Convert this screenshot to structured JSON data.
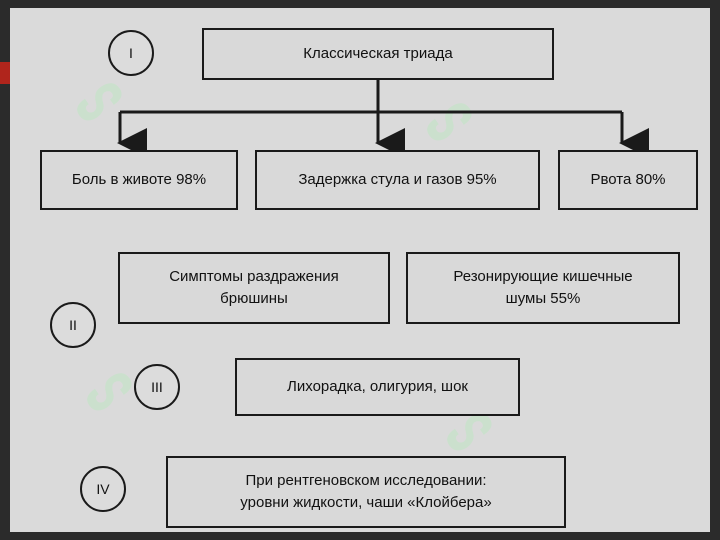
{
  "diagram": {
    "levels": [
      "I",
      "II",
      "III",
      "IV"
    ],
    "nodes": {
      "triad": "Классическая триада",
      "pain": "Боль в животе 98%",
      "stool": "Задержка стула и газов 95%",
      "vomit": "Рвота 80%",
      "peritoneal": "Симптомы раздражения\nбрюшины",
      "noises": "Резонирующие кишечные\nшумы 55%",
      "fever": "Лихорадка, олигурия, шок",
      "xray": "При рентгеновском исследовании:\nуровни жидкости, чаши «Клойбера»"
    },
    "edges": [
      {
        "from": "triad",
        "to": "pain"
      },
      {
        "from": "triad",
        "to": "stool"
      },
      {
        "from": "triad",
        "to": "vomit"
      }
    ]
  },
  "colors": {
    "box_border": "#1a1a1a",
    "slide_bg": "#dadada",
    "accent": "#b0251c"
  }
}
